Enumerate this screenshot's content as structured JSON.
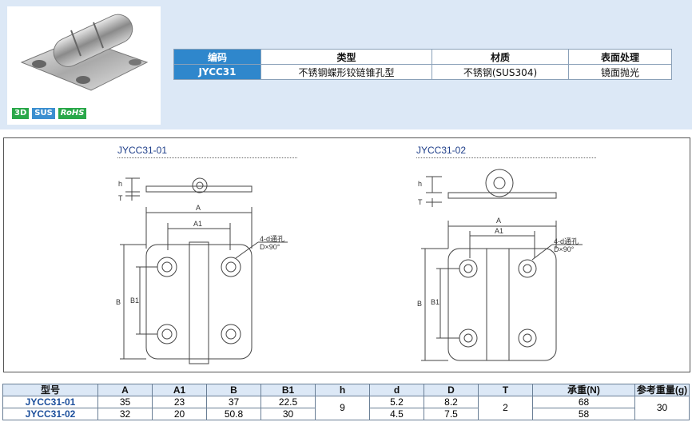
{
  "badges": [
    "3D",
    "SUS",
    "RoHS"
  ],
  "spec_table": {
    "headers": [
      "编码",
      "类型",
      "材质",
      "表面处理"
    ],
    "row": [
      "JYCC31",
      "不锈钢蝶形铰链锥孔型",
      "不锈钢(SUS304)",
      "镜面抛光"
    ]
  },
  "drawings": [
    {
      "title": "JYCC31-01",
      "labels": {
        "h": "h",
        "T": "T",
        "A": "A",
        "A1": "A1",
        "B": "B",
        "B1": "B1",
        "hole": "4-d通孔",
        "angle": "D×90°"
      }
    },
    {
      "title": "JYCC31-02",
      "labels": {
        "h": "h",
        "T": "T",
        "A": "A",
        "A1": "A1",
        "B": "B",
        "B1": "B1",
        "hole": "4-d通孔",
        "angle": "D×90°"
      }
    }
  ],
  "dims_table": {
    "headers": [
      "型号",
      "A",
      "A1",
      "B",
      "B1",
      "h",
      "d",
      "D",
      "T",
      "承重(N)",
      "参考重量(g)"
    ],
    "rows": [
      [
        "JYCC31-01",
        "35",
        "23",
        "37",
        "22.5",
        "9",
        "5.2",
        "8.2",
        "2",
        "68",
        "30"
      ],
      [
        "JYCC31-02",
        "32",
        "20",
        "50.8",
        "30",
        "",
        "4.5",
        "7.5",
        "",
        "58",
        ""
      ]
    ]
  }
}
